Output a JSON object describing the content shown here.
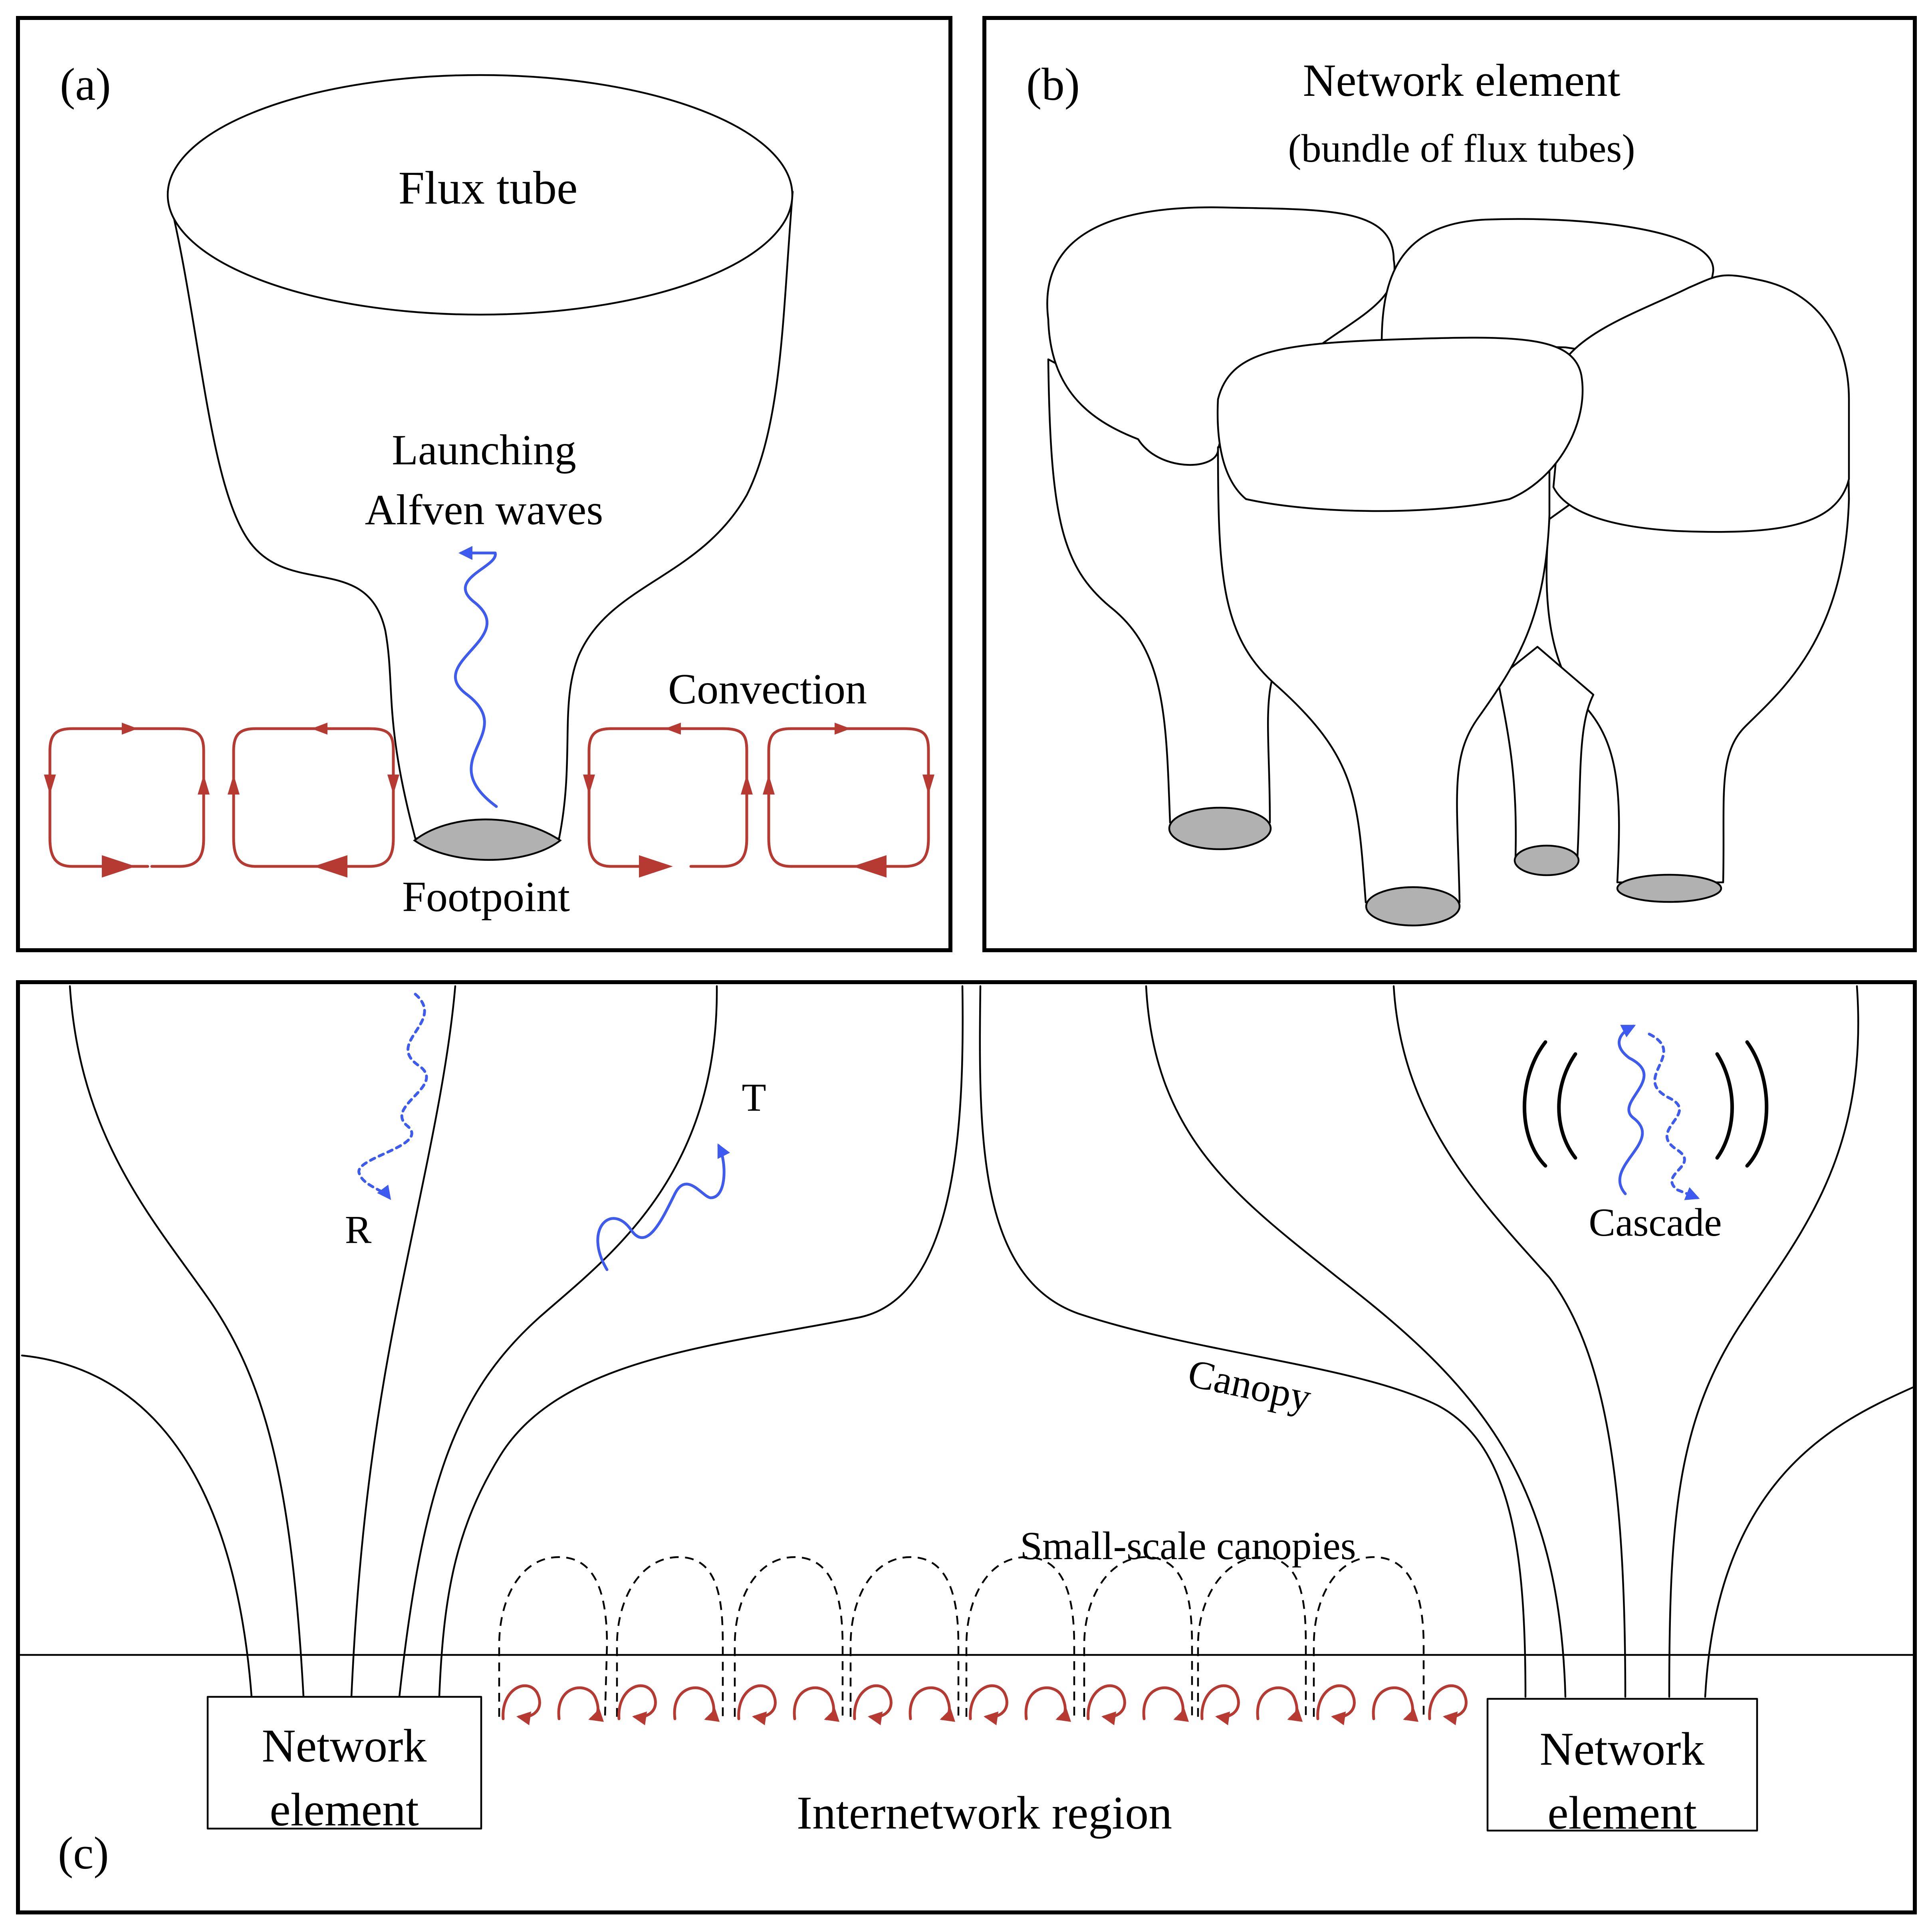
{
  "panel_a": {
    "label": "(a)",
    "flux_tube": "Flux tube",
    "launching_line1": "Launching",
    "launching_line2": "Alfven waves",
    "convection": "Convection",
    "footpoint": "Footpoint"
  },
  "panel_b": {
    "label": "(b)",
    "title": "Network element",
    "subtitle": "(bundle of flux tubes)"
  },
  "panel_c": {
    "label": "(c)",
    "reflected": "R",
    "transmitted": "T",
    "cascade": "Cascade",
    "canopy": "Canopy",
    "small_scale_canopies": "Small-scale canopies",
    "internetwork_region": "Internetwork region",
    "network_element_left": {
      "line1": "Network",
      "line2": "element"
    },
    "network_element_right": {
      "line1": "Network",
      "line2": "element"
    }
  },
  "colors": {
    "convection_red": "#b73a32",
    "wave_blue": "#3d5af1",
    "footpoint_gray": "#b1b1b1"
  }
}
